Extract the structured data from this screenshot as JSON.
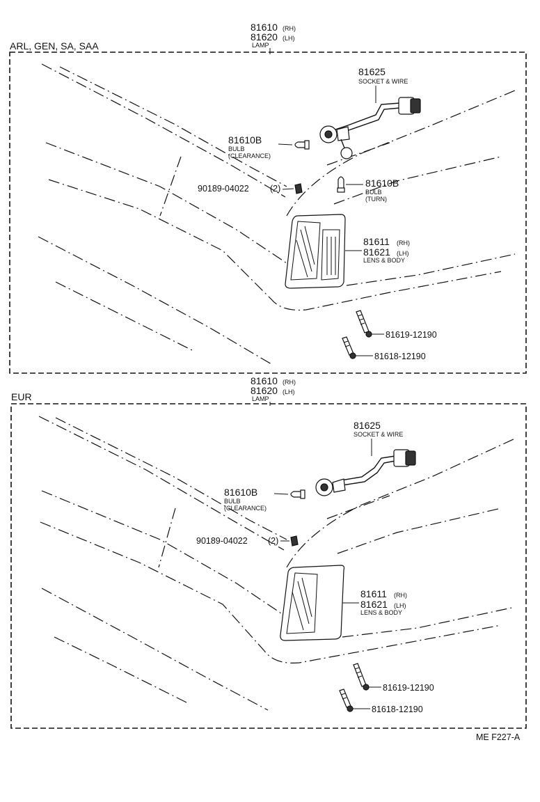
{
  "diagram": {
    "code": "ME F227-A",
    "panels": [
      {
        "section": "ARL, GEN, SA, SAA",
        "lamp": {
          "rh": "81610",
          "rh_tag": "(RH)",
          "lh": "81620",
          "lh_tag": "(LH)",
          "name": "LAMP"
        },
        "socket": {
          "num": "81625",
          "name": "SOCKET & WIRE"
        },
        "bulb_clearance": {
          "num": "81610B",
          "name": "BULB",
          "sub": "(CLEARANCE)"
        },
        "bulb_turn": {
          "num": "81610B",
          "name": "BULB",
          "sub": "(TURN)"
        },
        "clip": {
          "num": "90189-04022",
          "qty": "(2)"
        },
        "lens": {
          "rh": "81611",
          "rh_tag": "(RH)",
          "lh": "81621",
          "lh_tag": "(LH)",
          "name": "LENS & BODY"
        },
        "screw1": "81619-12190",
        "screw2": "81618-12190"
      },
      {
        "section": "EUR",
        "lamp": {
          "rh": "81610",
          "rh_tag": "(RH)",
          "lh": "81620",
          "lh_tag": "(LH)",
          "name": "LAMP"
        },
        "socket": {
          "num": "81625",
          "name": "SOCKET & WIRE"
        },
        "bulb_clearance": {
          "num": "81610B",
          "name": "BULB",
          "sub": "(CLEARANCE)"
        },
        "clip": {
          "num": "90189-04022",
          "qty": "(2)"
        },
        "lens": {
          "rh": "81611",
          "rh_tag": "(RH)",
          "lh": "81621",
          "lh_tag": "(LH)",
          "name": "LENS & BODY"
        },
        "screw1": "81619-12190",
        "screw2": "81618-12190"
      }
    ]
  }
}
